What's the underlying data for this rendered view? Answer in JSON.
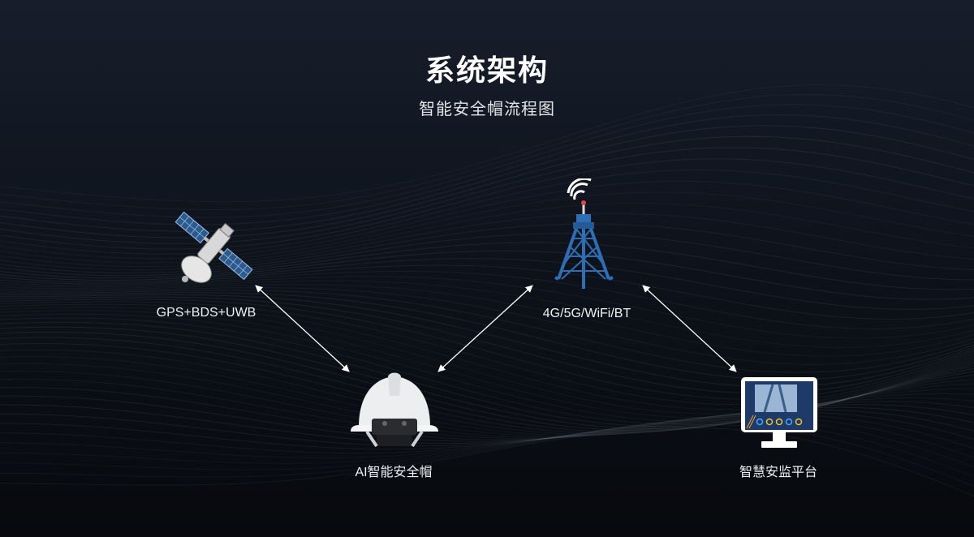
{
  "header": {
    "title": "系统架构",
    "subtitle": "智能安全帽流程图"
  },
  "nodes": {
    "satellite": {
      "label": "GPS+BDS+UWB",
      "icon": "satellite-icon"
    },
    "tower": {
      "label": "4G/5G/WiFi/BT",
      "icon": "signal-tower-icon"
    },
    "helmet": {
      "label": "AI智能安全帽",
      "icon": "safety-helmet-icon"
    },
    "platform": {
      "label": "智慧安监平台",
      "icon": "monitor-icon"
    }
  },
  "colors": {
    "background": "#0e131c",
    "tower_blue": "#2d6eb4",
    "text": "#ffffff"
  }
}
